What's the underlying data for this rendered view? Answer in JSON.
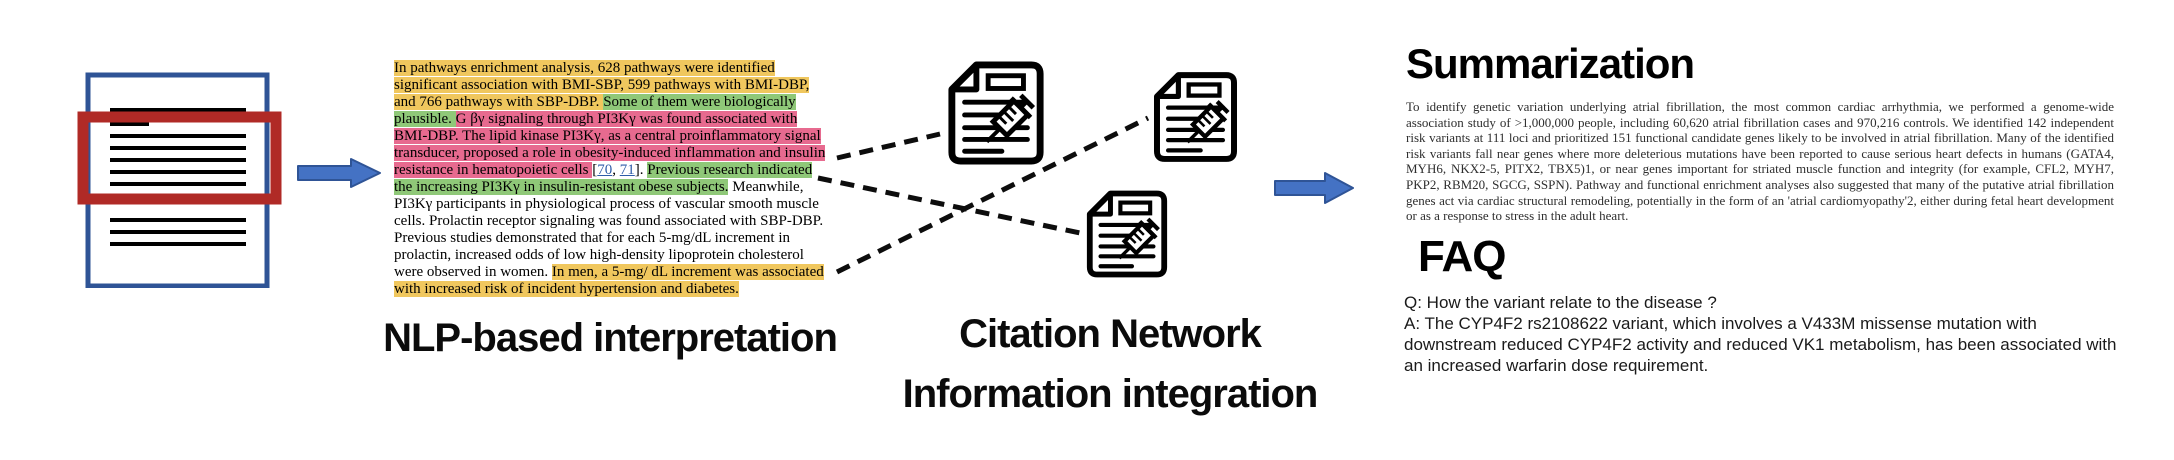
{
  "colors": {
    "highlight-yellow": "#F0C75E",
    "highlight-green": "#8FC878",
    "highlight-pink": "#E76A8F",
    "link-blue": "#2E5CA8",
    "arrow-blue": "#4472C4",
    "arrow-border": "#2F5496",
    "doc-border-blue": "#2F5496",
    "focus-box-red": "#B02A26",
    "ink": "#000000"
  },
  "nlp": {
    "caption": "NLP-based interpretation",
    "lines": [
      {
        "segs": [
          {
            "t": "In pathways enrichment analysis, 628 pathways were identified",
            "h": "y"
          }
        ]
      },
      {
        "segs": [
          {
            "t": "significant association with BMI-SBP, 599 pathways with BMI-DBP,",
            "h": "y"
          }
        ]
      },
      {
        "segs": [
          {
            "t": "and 766 pathways with SBP-DBP. ",
            "h": "y"
          },
          {
            "t": "Some of them were biologically",
            "h": "g"
          }
        ]
      },
      {
        "segs": [
          {
            "t": "plausible. ",
            "h": "g"
          },
          {
            "t": "G βγ signaling through PI3Kγ was found associated with",
            "h": "p"
          }
        ]
      },
      {
        "segs": [
          {
            "t": "BMI-DBP. The lipid kinase PI3Kγ, as a central proinflammatory signal",
            "h": "p"
          }
        ]
      },
      {
        "segs": [
          {
            "t": "transducer, proposed a role in obesity-induced inflammation and insulin",
            "h": "p"
          }
        ]
      },
      {
        "segs": [
          {
            "t": "resistance in hematopoietic cells ",
            "h": "p"
          },
          {
            "t": "[",
            "h": ""
          },
          {
            "t": "70",
            "h": "",
            "link": true
          },
          {
            "t": ", ",
            "h": ""
          },
          {
            "t": "71",
            "h": "",
            "link": true
          },
          {
            "t": "]. ",
            "h": ""
          },
          {
            "t": "Previous research indicated",
            "h": "g"
          }
        ]
      },
      {
        "segs": [
          {
            "t": "the increasing PI3Kγ in insulin-resistant obese subjects.",
            "h": "g"
          },
          {
            "t": " Meanwhile,",
            "h": ""
          }
        ]
      },
      {
        "segs": [
          {
            "t": "PI3Kγ participants in physiological process of vascular smooth muscle",
            "h": ""
          }
        ]
      },
      {
        "segs": [
          {
            "t": "cells. Prolactin receptor signaling was found associated with SBP-DBP.",
            "h": ""
          }
        ]
      },
      {
        "segs": [
          {
            "t": "Previous studies demonstrated that for each 5-mg/dL increment in",
            "h": ""
          }
        ]
      },
      {
        "segs": [
          {
            "t": "prolactin, increased odds of low high-density lipoprotein cholesterol",
            "h": ""
          }
        ]
      },
      {
        "segs": [
          {
            "t": "were observed in women. ",
            "h": ""
          },
          {
            "t": "In men, a 5-mg/ dL increment was associated",
            "h": "y"
          }
        ]
      },
      {
        "segs": [
          {
            "t": "with increased risk of incident hypertension and diabetes.",
            "h": "y"
          }
        ]
      }
    ]
  },
  "citation": {
    "line1": "Citation Network",
    "line2": "Information integration"
  },
  "output": {
    "summary_title": "Summarization",
    "summary_text": "To identify genetic variation underlying atrial fibrillation, the most common cardiac arrhythmia, we performed a genome-wide association study of >1,000,000 people, including 60,620 atrial fibrillation cases and 970,216 controls. We identified 142 independent risk variants at 111 loci and prioritized 151 functional candidate genes likely to be involved in atrial fibrillation. Many of the identified risk variants fall near genes where more deleterious mutations have been reported to cause serious heart defects in humans (GATA4, MYH6, NKX2-5, PITX2, TBX5)1, or near genes important for striated muscle function and integrity (for example, CFL2, MYH7, PKP2, RBM20, SGCG, SSPN). Pathway and functional enrichment analyses also suggested that many of the putative atrial fibrillation genes act via cardiac structural remodeling, potentially in the form of an 'atrial cardiomyopathy'2, either during fetal heart development or as a response to stress in the adult heart.",
    "faq_title": "FAQ",
    "faq_q": "Q: How the variant relate to the disease ?",
    "faq_a_lines": [
      "A: The CYP4F2 rs2108622 variant, which involves a V433M missense mutation with",
      "downstream reduced CYP4F2 activity and reduced VK1 metabolism, has been associated with",
      "an increased warfarin dose requirement."
    ]
  }
}
